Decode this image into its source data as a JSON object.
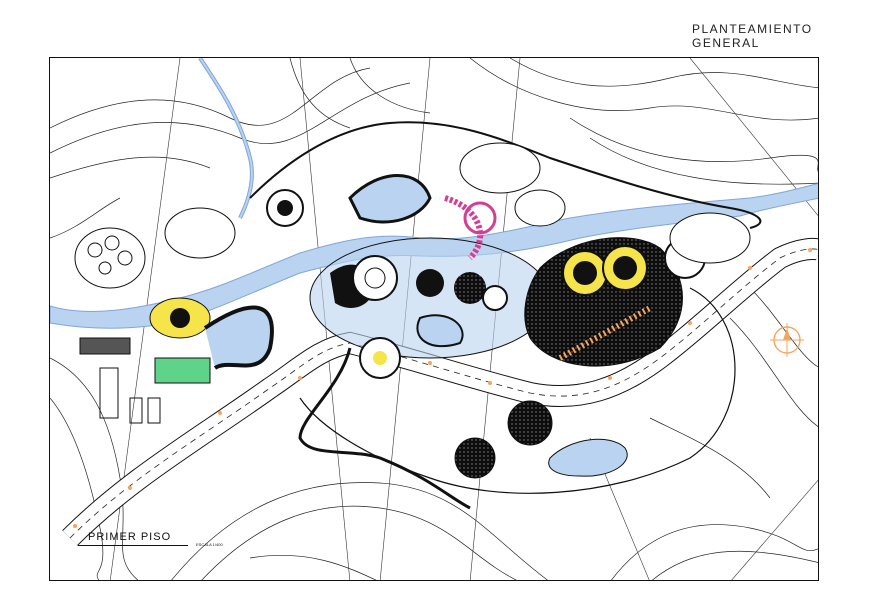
{
  "sheet": {
    "title": "PLANTEAMIENTO GENERAL"
  },
  "plan": {
    "floor_label": "PRIMER PISO",
    "scale_note": "ESCALA 1/400"
  },
  "colors": {
    "water": "#b9d3f0",
    "water_dark": "#7fa6d8",
    "ink": "#111111",
    "yellow": "#f5e44a",
    "pink": "#d23f93",
    "orange": "#f5a560",
    "green": "#5fd389"
  },
  "icons": {
    "north_arrow": "north-arrow-icon"
  }
}
